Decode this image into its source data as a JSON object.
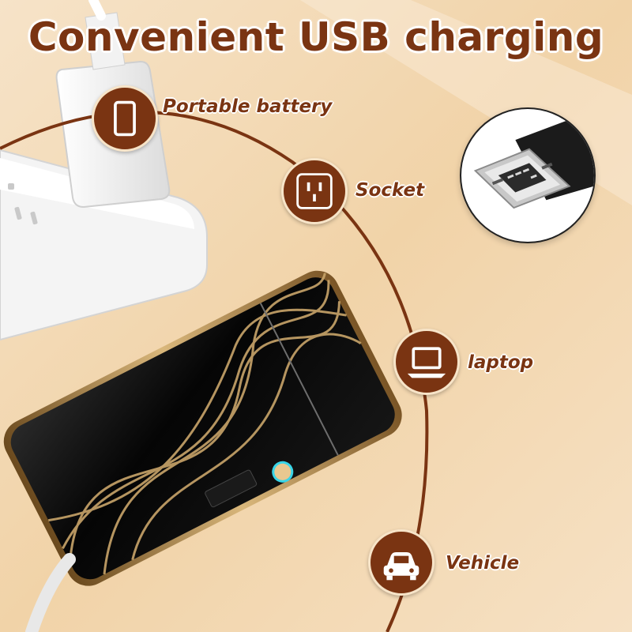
{
  "title": "Convenient USB charging",
  "charging_options": [
    {
      "label": "Portable battery",
      "icon": "phone-icon"
    },
    {
      "label": "Socket",
      "icon": "socket-icon"
    },
    {
      "label": "laptop",
      "icon": "laptop-icon"
    },
    {
      "label": "Vehicle",
      "icon": "car-icon"
    }
  ],
  "colors": {
    "brand_brown": "#7a3412",
    "background": "#f3d8b0",
    "device_black": "#0d0d0d",
    "gold": "#c9a56a"
  }
}
